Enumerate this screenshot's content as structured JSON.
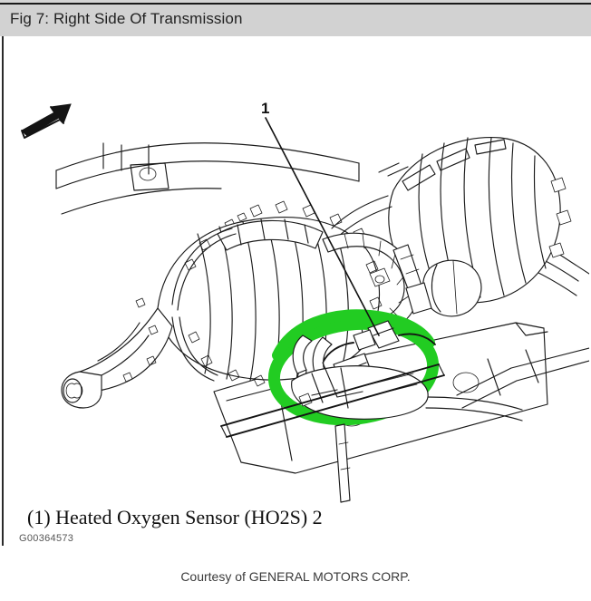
{
  "header": {
    "title": "Fig 7: Right Side Of Transmission",
    "background_color": "#d2d2d2"
  },
  "figure": {
    "orientation_arrow": {
      "icon": "direction-arrow-icon",
      "points": "up-right"
    },
    "callouts": [
      {
        "number": "1",
        "target": "Heated Oxygen Sensor (HO2S) 2"
      }
    ],
    "highlight": {
      "shape": "ellipse",
      "color": "#22cc22",
      "style": "hand-drawn marker circle",
      "marks": "Heated Oxygen Sensor (HO2S) 2 location"
    },
    "subject": "Right side of transmission / transfer case assembly"
  },
  "caption": {
    "text": "(1) Heated Oxygen Sensor (HO2S) 2",
    "code": "G00364573"
  },
  "footer": {
    "text": "Courtesy of GENERAL MOTORS CORP."
  }
}
